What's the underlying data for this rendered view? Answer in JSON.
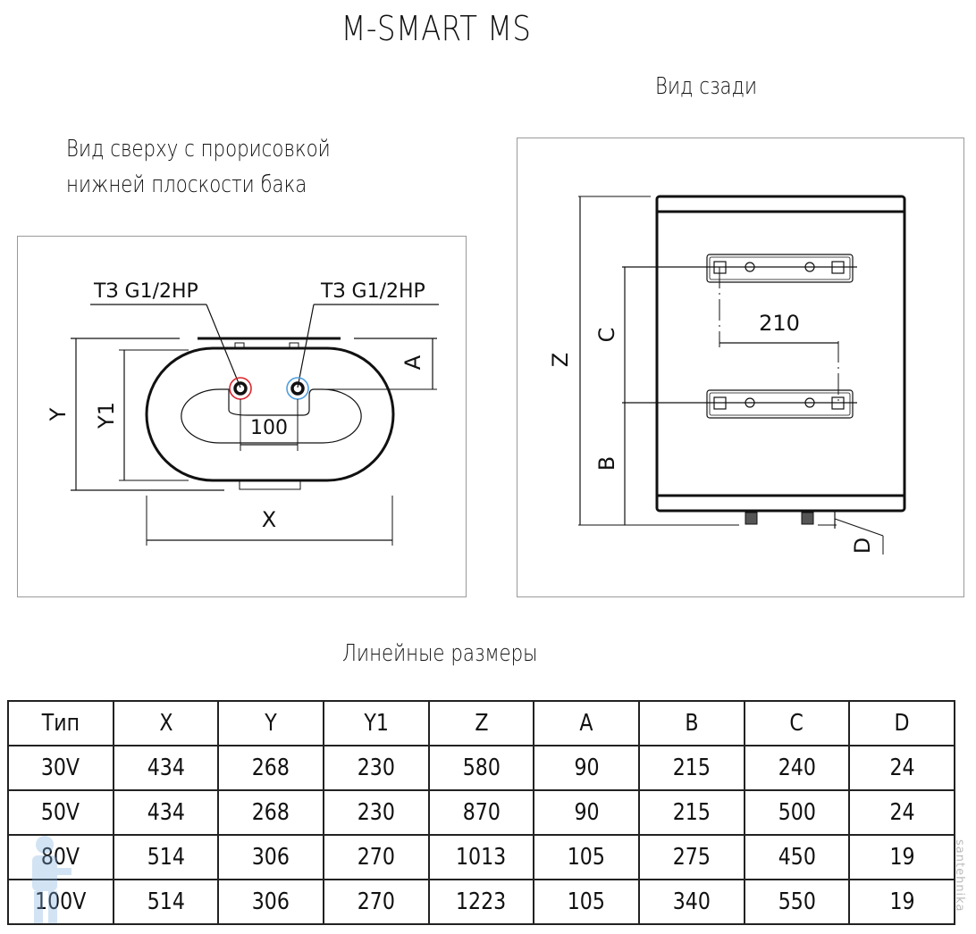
{
  "document": {
    "title": "M-SMART MS",
    "top_view": {
      "caption_line1": "Вид сверху с прорисовкой",
      "caption_line2": "нижней плоскости бака",
      "pipe_labels": [
        "ТЗ G1/2НР",
        "ТЗ G1/2НР"
      ],
      "pipe_colors": {
        "hot": "#d9262e",
        "cold": "#4f9fe0"
      },
      "dimension_labels": {
        "y": "Y",
        "y1": "Y1",
        "x": "X",
        "a": "A",
        "pipe_spacing": "100"
      }
    },
    "rear_view": {
      "caption": "Вид сзади",
      "dimension_labels": {
        "z": "Z",
        "c": "C",
        "b": "B",
        "d": "D",
        "bracket_offset": "210"
      }
    },
    "table": {
      "caption": "Линейные размеры",
      "headers": [
        "Тип",
        "X",
        "Y",
        "Y1",
        "Z",
        "A",
        "B",
        "C",
        "D"
      ],
      "rows": [
        [
          "30V",
          "434",
          "268",
          "230",
          "580",
          "90",
          "215",
          "240",
          "24"
        ],
        [
          "50V",
          "434",
          "268",
          "230",
          "870",
          "90",
          "215",
          "500",
          "24"
        ],
        [
          "80V",
          "514",
          "306",
          "270",
          "1013",
          "105",
          "275",
          "450",
          "19"
        ],
        [
          "100V",
          "514",
          "306",
          "270",
          "1223",
          "105",
          "340",
          "550",
          "19"
        ]
      ]
    },
    "watermark": {
      "text": "santehnika",
      "icon": "plumber-mascot-icon"
    }
  }
}
